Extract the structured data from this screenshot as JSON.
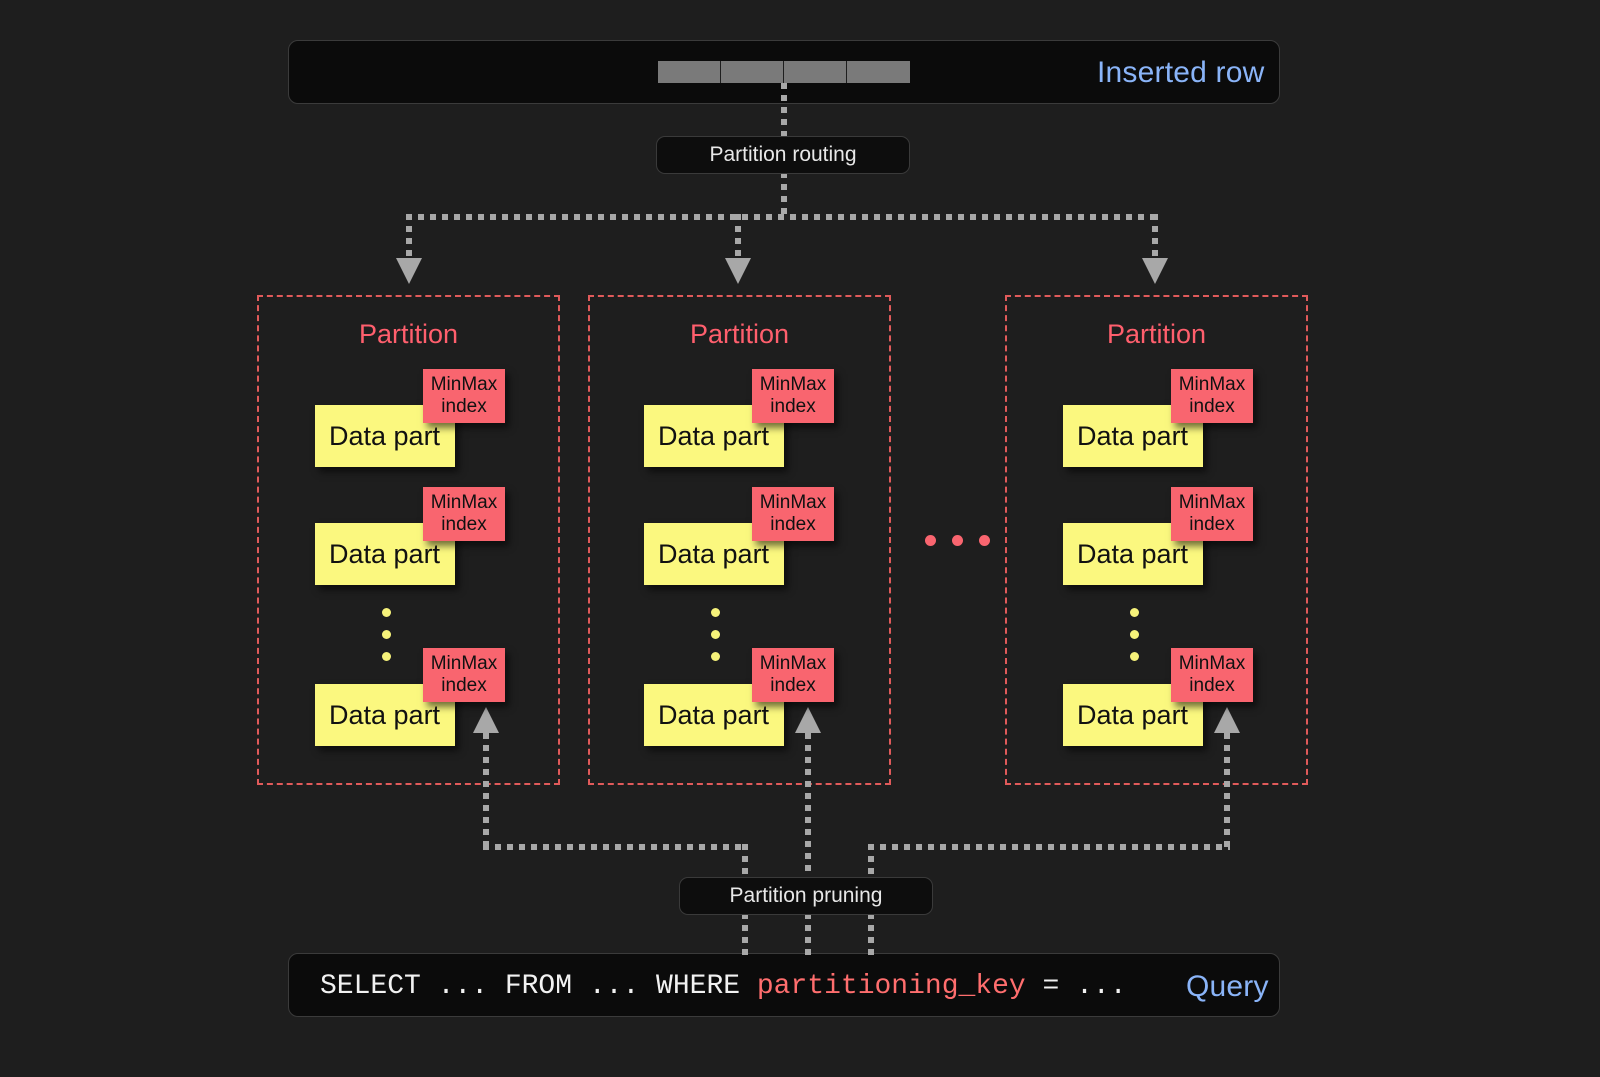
{
  "colors": {
    "background": "#1e1e1e",
    "accent_blue": "#8ab4f8",
    "partition_red": "#ff5f6d",
    "minmax_red": "#f9656f",
    "datapart_yellow": "#fbf87f",
    "connector_gray": "#a8a8a8"
  },
  "inserted_row": {
    "label": "Inserted row",
    "cells": [
      "",
      "",
      "",
      ""
    ]
  },
  "routing": {
    "label": "Partition routing"
  },
  "partitions": [
    {
      "title": "Partition",
      "data_parts": [
        {
          "label": "Data part",
          "index_line1": "MinMax",
          "index_line2": "index"
        },
        {
          "label": "Data part",
          "index_line1": "MinMax",
          "index_line2": "index"
        },
        {
          "label": "Data part",
          "index_line1": "MinMax",
          "index_line2": "index"
        }
      ]
    },
    {
      "title": "Partition",
      "data_parts": [
        {
          "label": "Data part",
          "index_line1": "MinMax",
          "index_line2": "index"
        },
        {
          "label": "Data part",
          "index_line1": "MinMax",
          "index_line2": "index"
        },
        {
          "label": "Data part",
          "index_line1": "MinMax",
          "index_line2": "index"
        }
      ]
    },
    {
      "title": "Partition",
      "data_parts": [
        {
          "label": "Data part",
          "index_line1": "MinMax",
          "index_line2": "index"
        },
        {
          "label": "Data part",
          "index_line1": "MinMax",
          "index_line2": "index"
        },
        {
          "label": "Data part",
          "index_line1": "MinMax",
          "index_line2": "index"
        }
      ]
    }
  ],
  "ellipsis_between_partitions": "...",
  "pruning": {
    "label": "Partition pruning"
  },
  "query": {
    "label": "Query",
    "prefix": "SELECT ... FROM ... WHERE ",
    "key": "partitioning_key",
    "suffix": " = ..."
  }
}
